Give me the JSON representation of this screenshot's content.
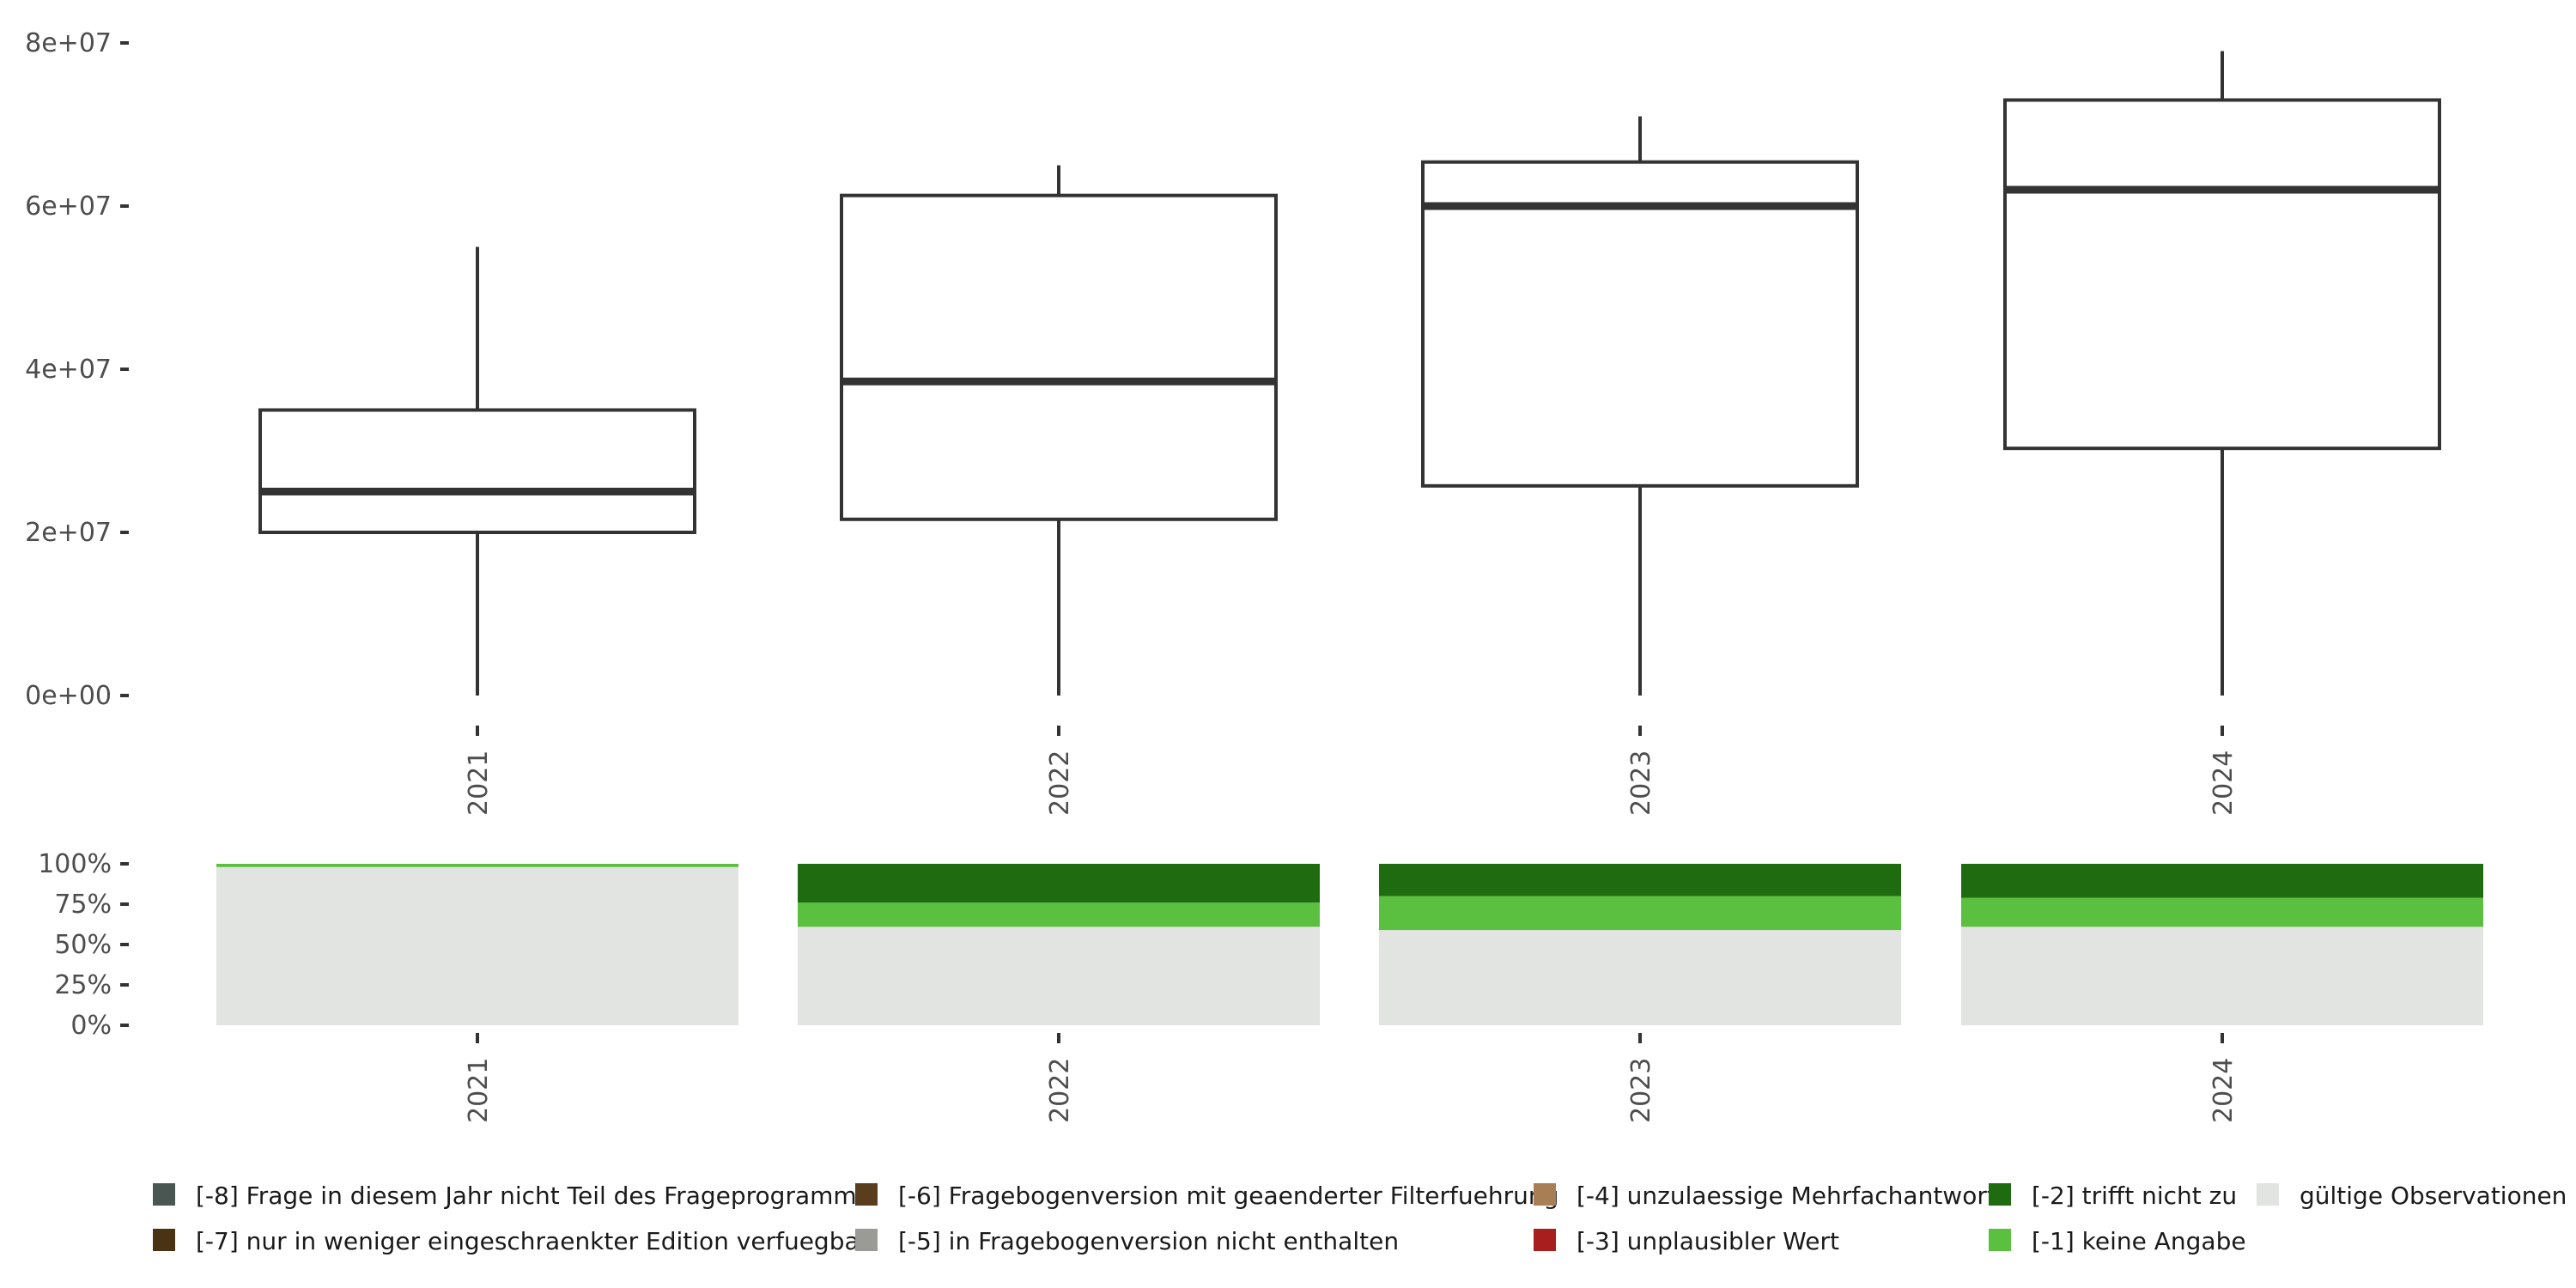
{
  "chart_data": [
    {
      "type": "boxplot",
      "categories": [
        "2021",
        "2022",
        "2023",
        "2024"
      ],
      "boxes": [
        {
          "x": "2021",
          "min": 0,
          "q1": 20000000,
          "median": 25000000,
          "q3": 35000000,
          "max": 55000000
        },
        {
          "x": "2022",
          "min": 0,
          "q1": 21600000,
          "median": 38500000,
          "q3": 61300000,
          "max": 65000000
        },
        {
          "x": "2023",
          "min": 0,
          "q1": 25700000,
          "median": 60000000,
          "q3": 65400000,
          "max": 71000000
        },
        {
          "x": "2024",
          "min": 0,
          "q1": 30300000,
          "median": 62000000,
          "q3": 73000000,
          "max": 79000000
        }
      ],
      "ylim": [
        0,
        80000000
      ],
      "y_ticks": [
        0,
        20000000,
        40000000,
        60000000,
        80000000
      ],
      "y_tick_labels": [
        "0e+00",
        "2e+07",
        "4e+07",
        "6e+07",
        "8e+07"
      ],
      "grid": false
    },
    {
      "type": "bar",
      "stacked": true,
      "percent": true,
      "categories": [
        "2021",
        "2022",
        "2023",
        "2024"
      ],
      "y_ticks": [
        0,
        25,
        50,
        75,
        100
      ],
      "y_tick_labels": [
        "0%",
        "25%",
        "50%",
        "75%",
        "100%"
      ],
      "series": [
        {
          "name": "gültige Observationen",
          "color": "#e1e4e0",
          "values": [
            98,
            61,
            59,
            61
          ]
        },
        {
          "name": "[-1] keine Angabe",
          "color": "#5bbf3f",
          "values": [
            2,
            15,
            21,
            18
          ]
        },
        {
          "name": "[-2] trifft nicht zu",
          "color": "#1f6b10",
          "values": [
            0,
            24,
            20,
            21
          ]
        }
      ],
      "grid": false
    }
  ],
  "legend": {
    "position": "bottom",
    "items": [
      {
        "label": "[-8] Frage in diesem Jahr nicht Teil des Frageprogramms",
        "color": "#4a5652"
      },
      {
        "label": "[-7] nur in weniger eingeschraenkter Edition verfuegbar",
        "color": "#4a3314"
      },
      {
        "label": "[-6] Fragebogenversion mit geaenderter Filterfuehrung",
        "color": "#5a3c1e"
      },
      {
        "label": "[-5] in Fragebogenversion nicht enthalten",
        "color": "#9a9a96"
      },
      {
        "label": "[-4] unzulaessige Mehrfachantwort",
        "color": "#a87e55"
      },
      {
        "label": "[-3] unplausibler Wert",
        "color": "#a81d1d"
      },
      {
        "label": "[-2] trifft nicht zu",
        "color": "#1f6b10"
      },
      {
        "label": "[-1] keine Angabe",
        "color": "#5bbf3f"
      },
      {
        "label": "gültige Observationen",
        "color": "#e1e4e0"
      }
    ]
  }
}
